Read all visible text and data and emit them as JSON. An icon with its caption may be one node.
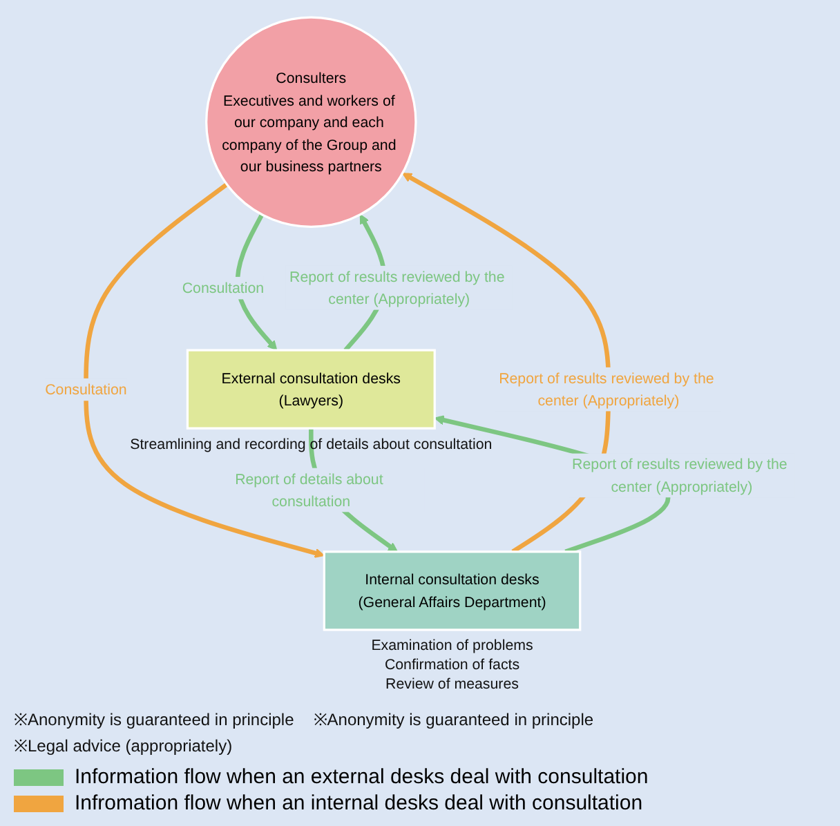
{
  "diagram": {
    "nodes": [
      {
        "text": [
          "Consulters",
          "Executives and workers of our company and each company of the Group and our business partners"
        ]
      },
      {
        "text": [
          "External consultation desks",
          "(Lawyers)"
        ],
        "beside": [
          "Streamlining and recording of details about consultation"
        ]
      },
      {
        "text": [
          "Internal consultation desks",
          "(General Affairs Department)"
        ],
        "beside": [
          "Examination of problems",
          "Confirmation of facts",
          "Review of measures"
        ]
      }
    ],
    "edges": [
      {
        "from": 1,
        "to": 0,
        "arrow": "to",
        "label": "Report of results reviewed by the center (Appropriately)"
      },
      {
        "from": 0,
        "to": 1,
        "arrow": "to",
        "label": "Consultation"
      },
      {
        "from": 0,
        "to": 2,
        "arrow": "to",
        "label": "Consultation",
        "color": "#f0a540"
      },
      {
        "from": 2,
        "to": 0,
        "arrow": "to",
        "label": "Report of results reviewed by the center (Appropriately)",
        "color": "#f0a540"
      },
      {
        "from": 1,
        "to": 2,
        "arrow": "to",
        "label": "Report of details about consultation"
      },
      {
        "from": 2,
        "to": 1,
        "arrow": "to",
        "label": "Report of results reviewed by the center (Appropriately)"
      }
    ],
    "labels": [
      "※Anonymity is guaranteed in principle",
      "※Anonymity is guaranteed in principle",
      "※Legal advice (appropriately)"
    ],
    "legend": [
      {
        "text": "Information flow when an external desks deal with consultation",
        "color": "#7dc682"
      },
      {
        "text": "Infromation flow when an internal desks deal with consultation",
        "color": "#f0a540"
      }
    ]
  }
}
